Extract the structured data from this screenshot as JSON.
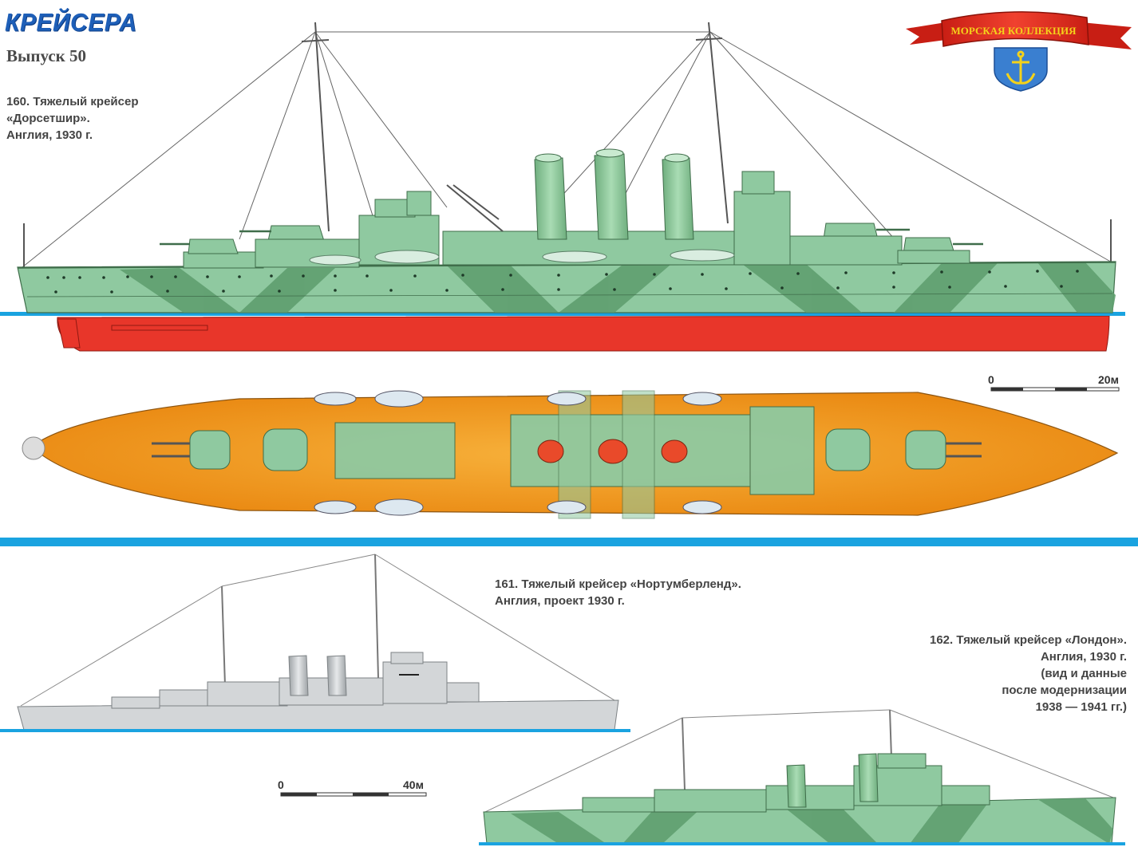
{
  "header": {
    "series_title": "КРЕЙСЕРА",
    "issue": "Выпуск 50",
    "logo_ribbon_text": "МОРСКАЯ КОЛЛЕКЦИЯ"
  },
  "ships": [
    {
      "caption": "160. Тяжелый крейсер\n«Дорсетшир».\nАнглия, 1930 г."
    },
    {
      "caption": "161. Тяжелый крейсер «Нортумберленд».\nАнглия, проект 1930 г."
    },
    {
      "caption": "162. Тяжелый крейсер «Лондон».\nАнглия, 1930 г.\n(вид и данные\nпосле модернизации\n1938 — 1941 гг.)"
    }
  ],
  "scales": [
    {
      "start": "0",
      "end": "20м"
    },
    {
      "start": "0",
      "end": "40м"
    }
  ],
  "colors": {
    "title_blue": "#1e5fb8",
    "hull_green": "#8fc9a0",
    "camo_dark": "#5f9e6f",
    "hull_red": "#e8362a",
    "deck_orange": "#f39a1a",
    "waterline_blue": "#1aa3e0",
    "ribbon_red": "#e52a1e",
    "shield_blue": "#3a7fd0",
    "anchor_yellow": "#f4d21a",
    "grey_hull": "#d3d6d8"
  }
}
